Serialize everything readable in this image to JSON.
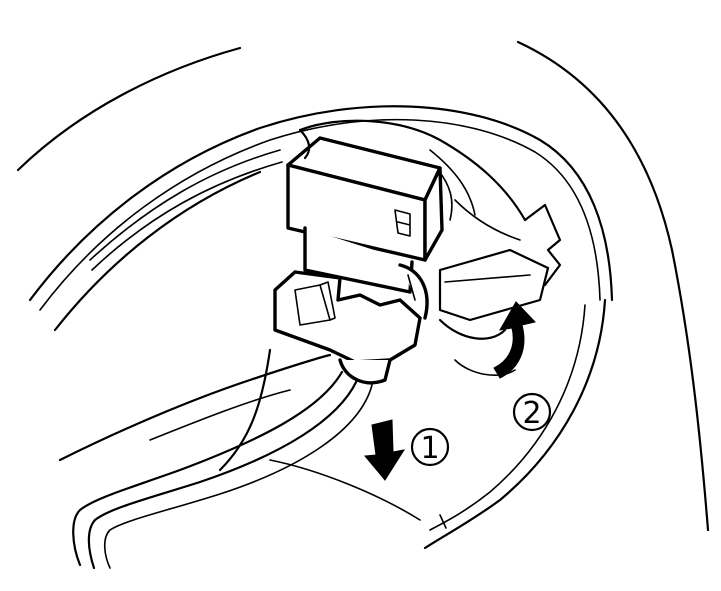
{
  "steps": [
    {
      "label": "1",
      "direction": "down"
    },
    {
      "label": "2",
      "direction": "rotate"
    }
  ]
}
